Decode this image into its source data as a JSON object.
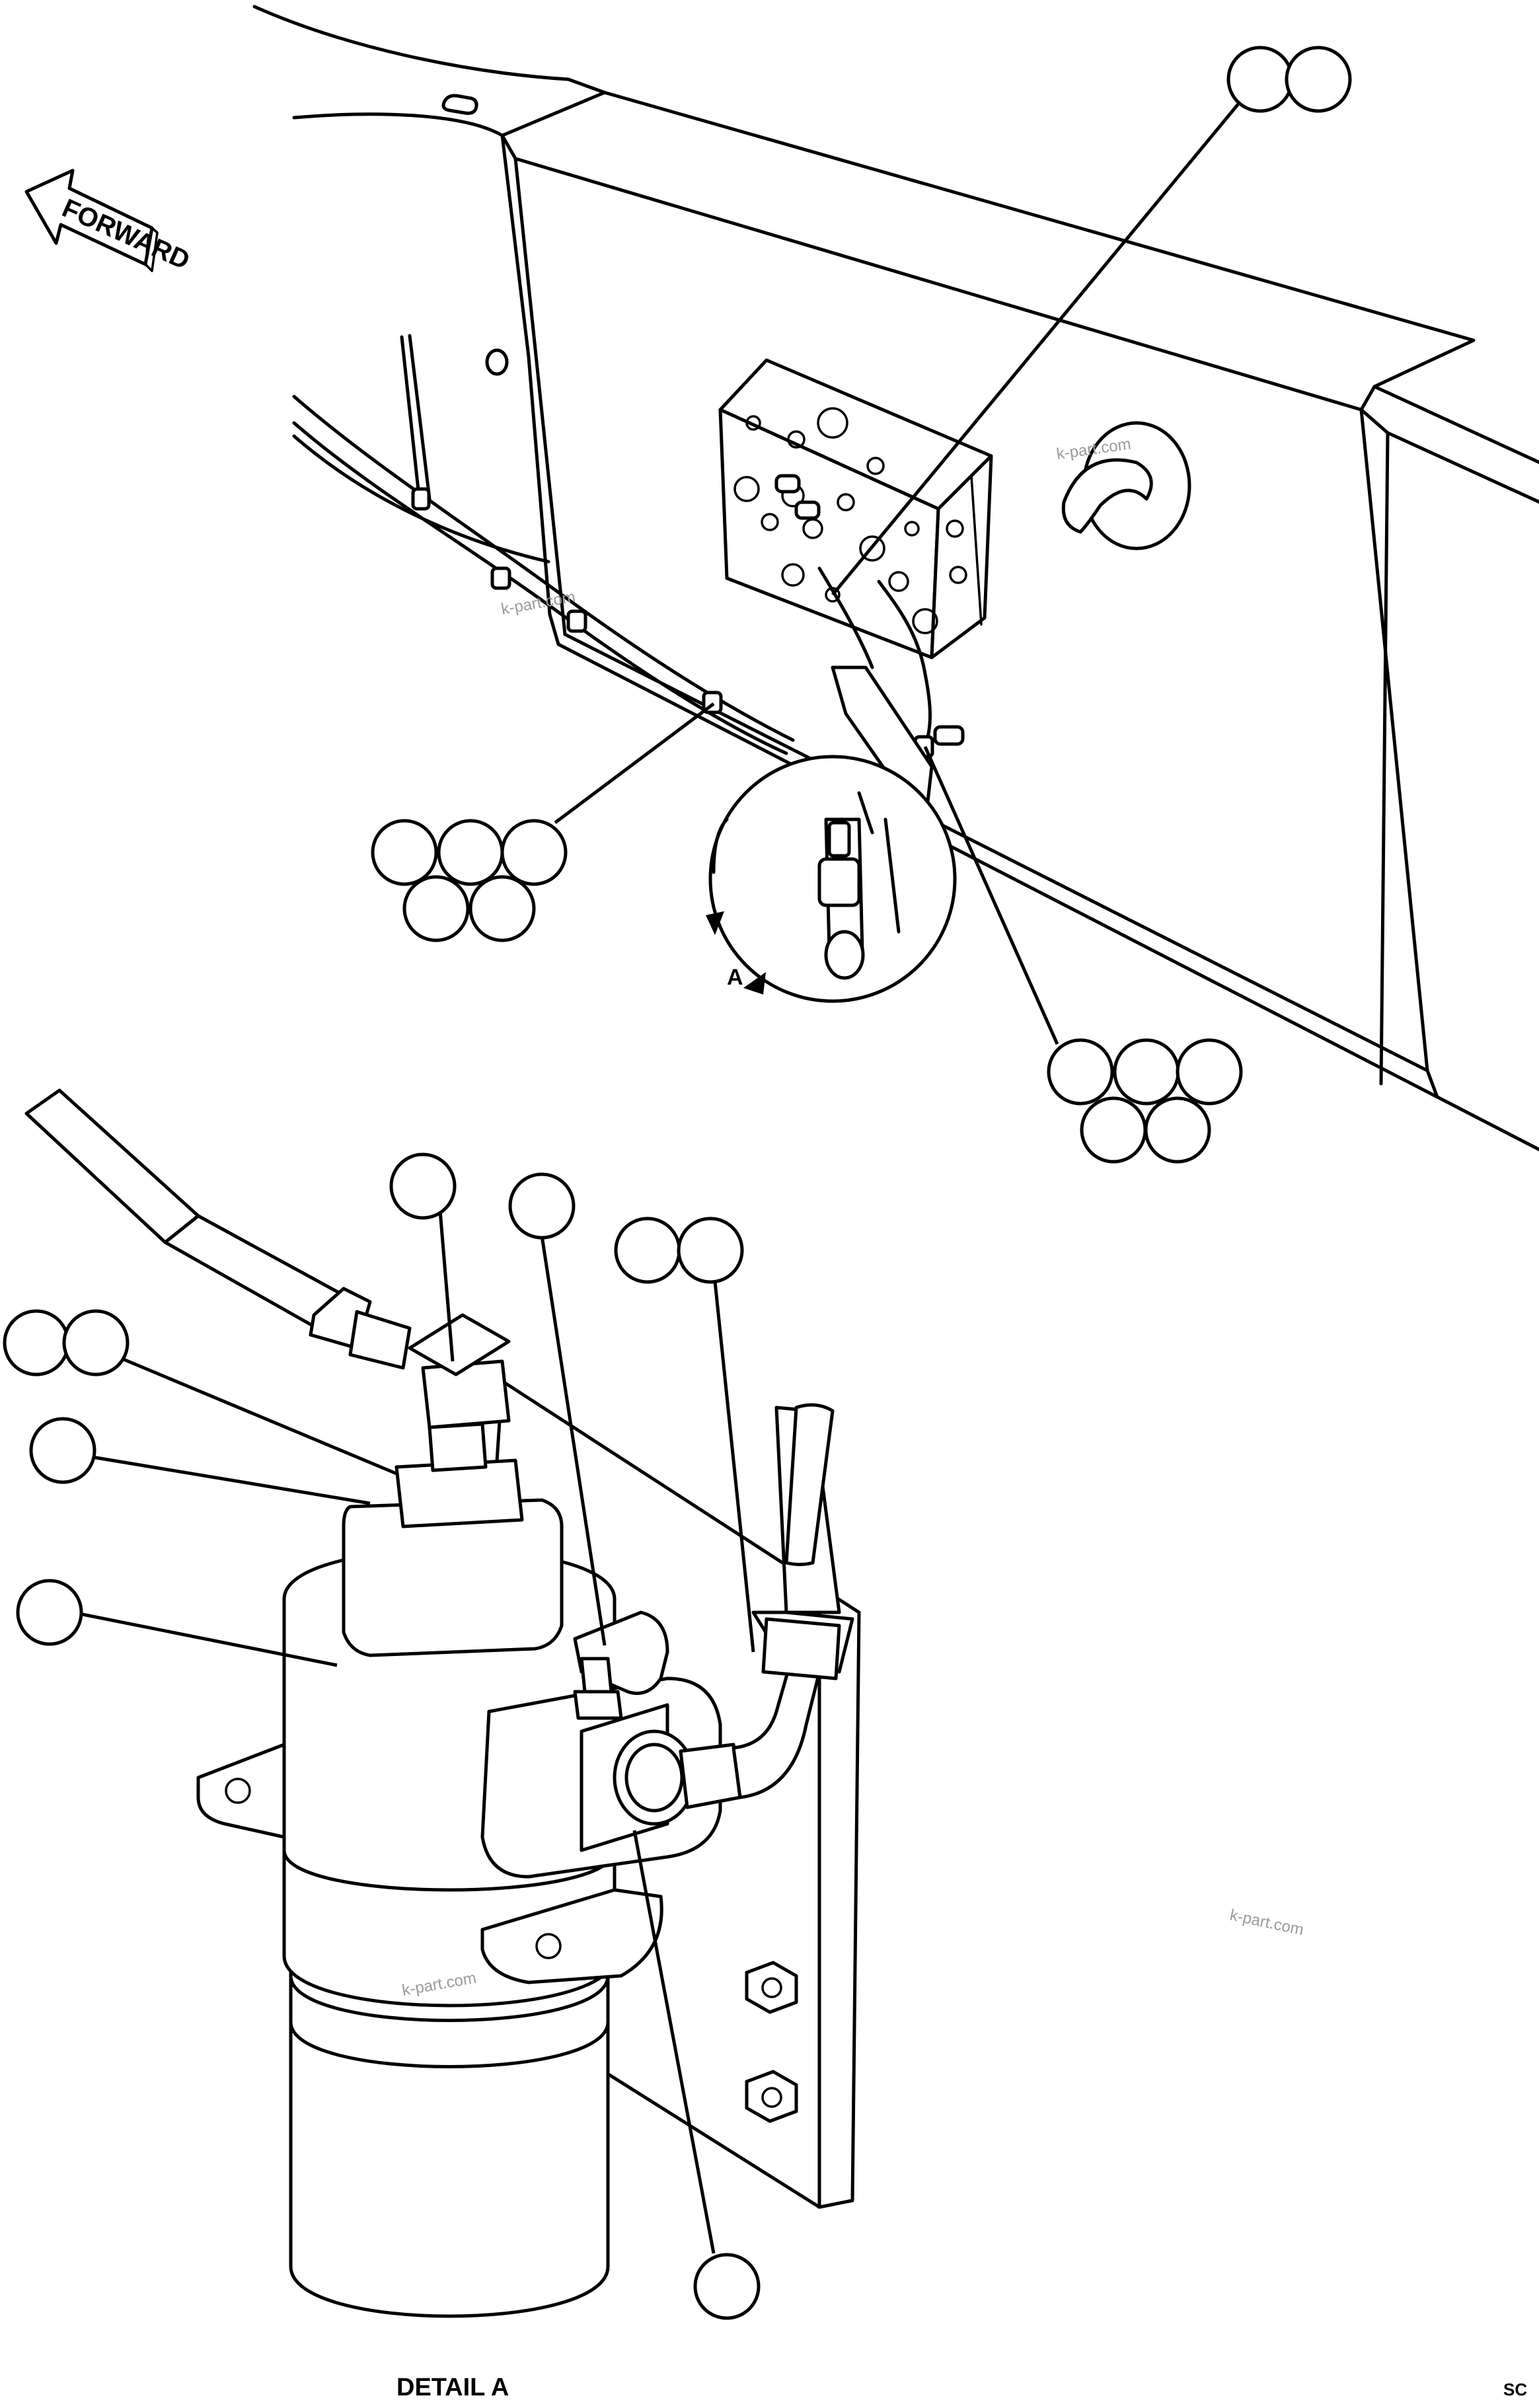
{
  "diagram": {
    "forward_label": "FORWARD",
    "view_label": "A",
    "detail_label": "DETAIL A",
    "page_code": "SC",
    "watermark": "k-part.com",
    "callout_balloons_empty": true
  }
}
